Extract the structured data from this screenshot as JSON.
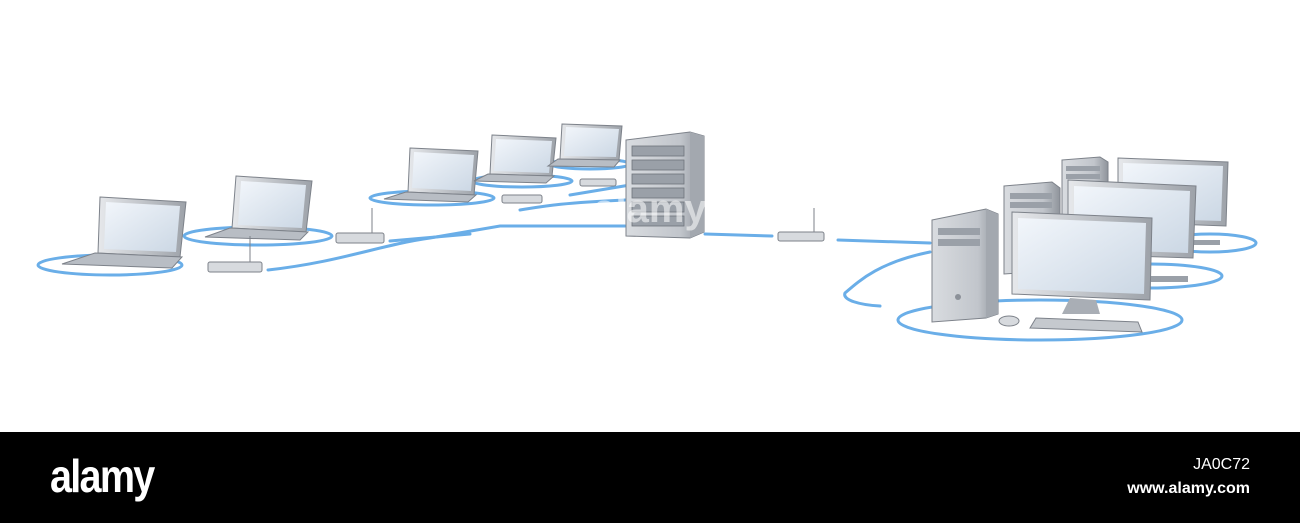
{
  "colors": {
    "background": "#ffffff",
    "cable": "#6aaee8",
    "device_body": "#c9cdd3",
    "device_dark": "#8c9199",
    "screen": "#dbe6f2",
    "footer": "#000000",
    "footer_text": "#ffffff"
  },
  "footer": {
    "logo_text": "alamy",
    "image_id": "JA0C72",
    "site_url": "www.alamy.com"
  },
  "watermark": {
    "text": "alamy"
  }
}
